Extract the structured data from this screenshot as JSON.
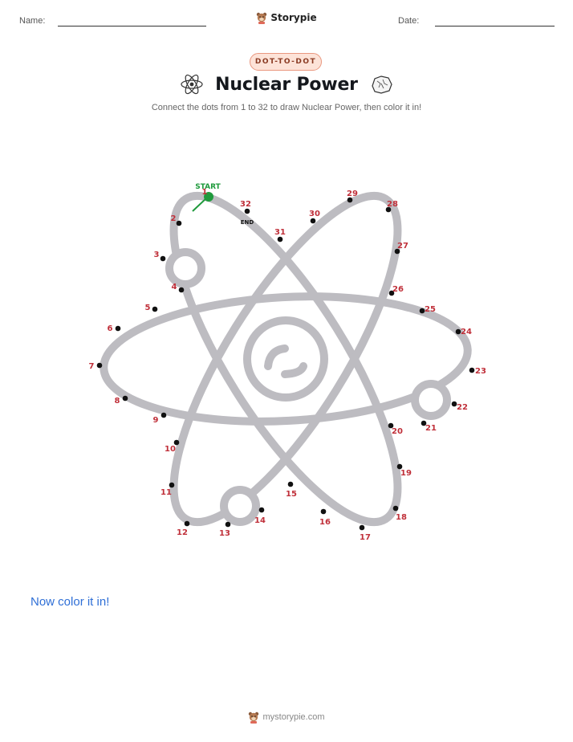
{
  "header": {
    "name_label": "Name:",
    "date_label": "Date:",
    "brand": "Storypie",
    "brand_icon": "bear-mascot-icon"
  },
  "badge": "DOT-TO-DOT",
  "title": "Nuclear Power",
  "title_icons": [
    "atom-icon",
    "uranium-rock-icon"
  ],
  "subtitle": "Connect the dots from 1 to 32 to draw Nuclear Power, then color it in!",
  "puzzle": {
    "start_label": "START",
    "end_label": "END",
    "colors": {
      "outline": "#bdbcc1",
      "dot": "#111111",
      "number": "#c0303a",
      "start": "#1f9a3c"
    },
    "dots": [
      {
        "n": "1"
      },
      {
        "n": "2"
      },
      {
        "n": "3"
      },
      {
        "n": "4"
      },
      {
        "n": "5"
      },
      {
        "n": "6"
      },
      {
        "n": "7"
      },
      {
        "n": "8"
      },
      {
        "n": "9"
      },
      {
        "n": "10"
      },
      {
        "n": "11"
      },
      {
        "n": "12"
      },
      {
        "n": "13"
      },
      {
        "n": "14"
      },
      {
        "n": "15"
      },
      {
        "n": "16"
      },
      {
        "n": "17"
      },
      {
        "n": "18"
      },
      {
        "n": "19"
      },
      {
        "n": "20"
      },
      {
        "n": "21"
      },
      {
        "n": "22"
      },
      {
        "n": "23"
      },
      {
        "n": "24"
      },
      {
        "n": "25"
      },
      {
        "n": "26"
      },
      {
        "n": "27"
      },
      {
        "n": "28"
      },
      {
        "n": "29"
      },
      {
        "n": "30"
      },
      {
        "n": "31"
      },
      {
        "n": "32"
      }
    ]
  },
  "color_prompt": "Now color it in!",
  "footer": {
    "url": "mystorypie.com",
    "icon": "bear-mascot-icon"
  }
}
